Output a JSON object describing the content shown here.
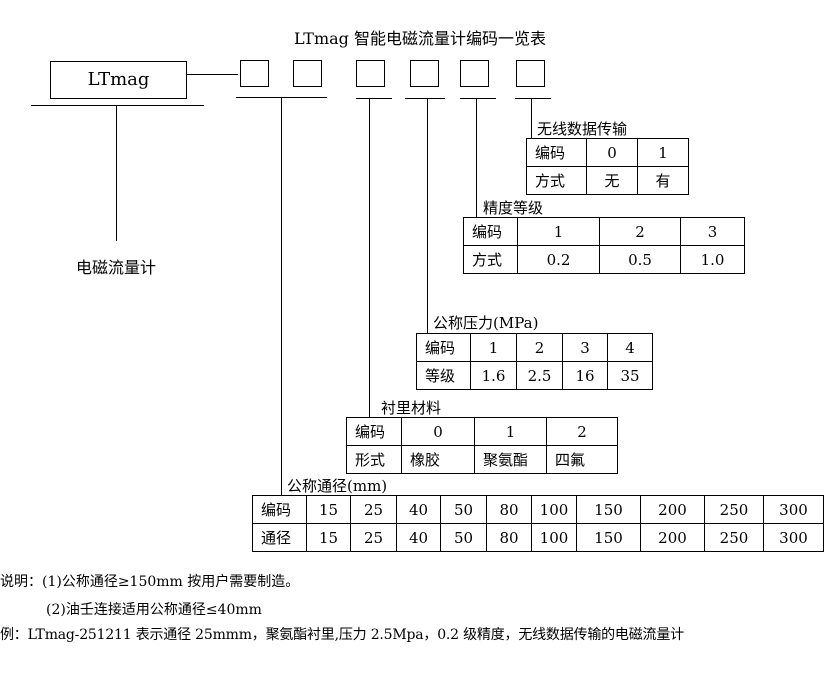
{
  "title": "LTmag 智能电磁流量计编码一览表",
  "model_box": "LTmag",
  "product_label": "电磁流量计",
  "wireless": {
    "label": "无线数据传输",
    "rows": [
      [
        "编码",
        "0",
        "1"
      ],
      [
        "方式",
        "无",
        "有"
      ]
    ]
  },
  "accuracy": {
    "label": "精度等级",
    "rows": [
      [
        "编码",
        "1",
        "2",
        "3"
      ],
      [
        "方式",
        "0.2",
        "0.5",
        "1.0"
      ]
    ]
  },
  "pressure": {
    "label": "公称压力(MPa)",
    "rows": [
      [
        "编码",
        "1",
        "2",
        "3",
        "4"
      ],
      [
        "等级",
        "1.6",
        "2.5",
        "16",
        "35"
      ]
    ]
  },
  "lining": {
    "label": "衬里材料",
    "rows": [
      [
        "编码",
        "0",
        "1",
        "2"
      ],
      [
        "形式",
        "橡胶",
        "聚氨酯",
        "四氟"
      ]
    ]
  },
  "diameter": {
    "label": "公称通径(mm)",
    "rows": [
      [
        "编码",
        "15",
        "25",
        "40",
        "50",
        "80",
        "100",
        "150",
        "200",
        "250",
        "300"
      ],
      [
        "通径",
        "15",
        "25",
        "40",
        "50",
        "80",
        "100",
        "150",
        "200",
        "250",
        "300"
      ]
    ]
  },
  "notes": {
    "line1": "说明：(1)公称通径≥150mm 按用户需要制造。",
    "line2": "(2)油壬连接适用公称通径≤40mm",
    "line3": "例：LTmag-251211 表示通径 25mmm，聚氨酯衬里,压力 2.5Mpa，0.2 级精度，无线数据传输的电磁流量计"
  }
}
